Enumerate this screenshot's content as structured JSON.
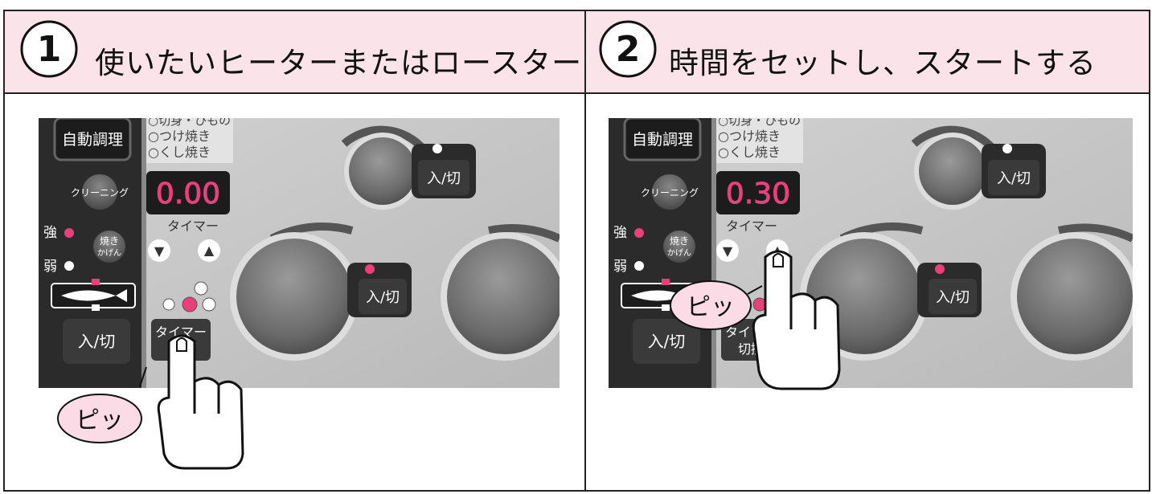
{
  "steps": [
    {
      "number": "1",
      "title": "使いたいヒーターまたはロースターを選ぶ"
    },
    {
      "number": "2",
      "title": "時間をセットし、スタートする"
    }
  ],
  "panel": {
    "auto_cook_label": "自動調理",
    "menu_options": [
      "○切身・ひもの",
      "○つけ焼き",
      "○くし焼き"
    ],
    "cleaning_label": "クリーニング",
    "strong_label": "強",
    "weak_label": "弱",
    "grill_level_label_1": "焼き",
    "grill_level_label_2": "かげん",
    "onoff_label": "入/切",
    "timer_label": "タイマー",
    "timer_switch_label_1": "タイマー",
    "timer_switch_label_2": "切換",
    "down_arrow": "▼",
    "up_arrow": "▲"
  },
  "step1_display": "0.00",
  "step2_display": "0.30",
  "beep_label": "ピッ",
  "colors": {
    "header_bg": "#fbe3ea",
    "panel_dark": "#2a2a2a",
    "panel_light": "#c9c9c9",
    "led_pink": "#e8407a",
    "bubble_pink": "#fbdbe6"
  }
}
